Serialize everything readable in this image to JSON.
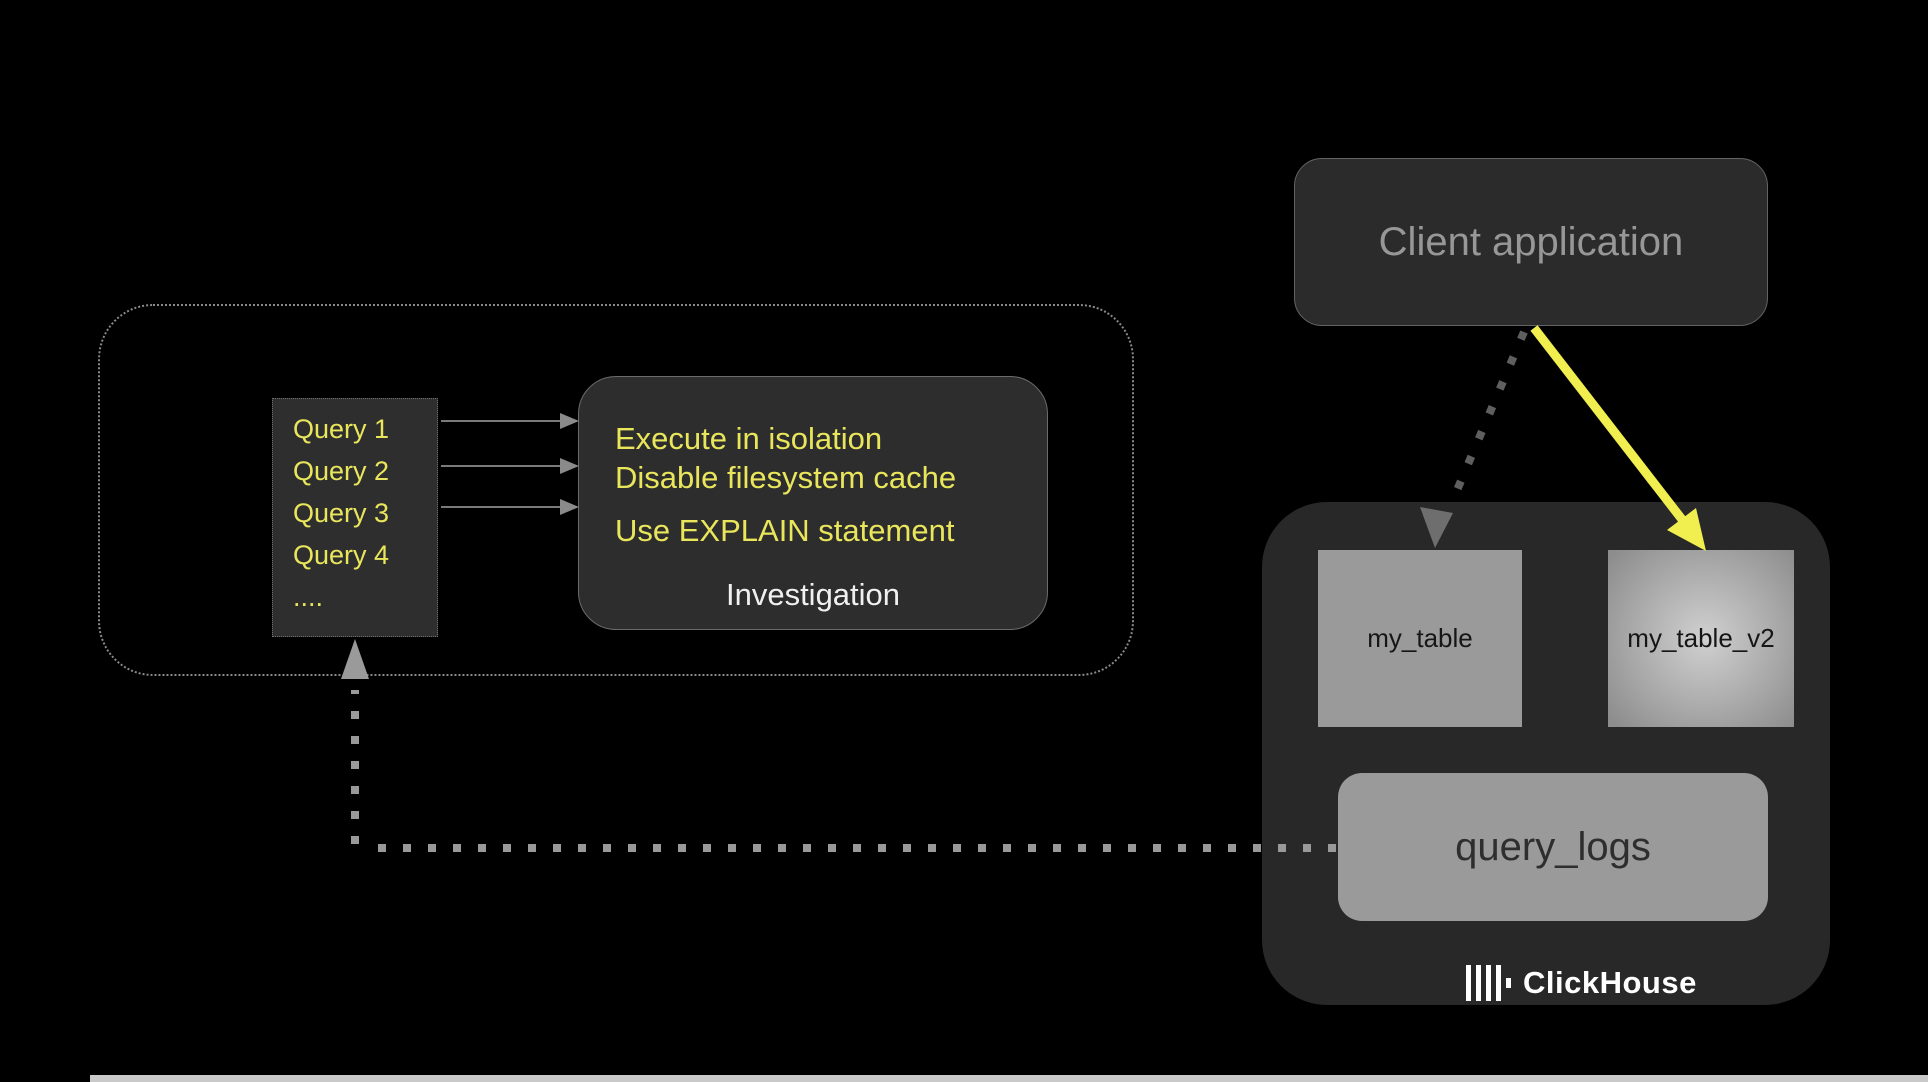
{
  "colors": {
    "background": "#000000",
    "accent_yellow": "#f1ee4f",
    "text_yellow": "#e9e65c",
    "panel_dark": "#2b2b2b",
    "table_gray": "#9a9a9a",
    "connector_gray": "#8a8a8a"
  },
  "pipeline": {
    "query_list": {
      "items": [
        "Query 1",
        "Query 2",
        "Query 3",
        "Query 4",
        "...."
      ]
    },
    "investigation": {
      "tips": [
        "Execute in isolation",
        "Disable filesystem cache",
        "Use EXPLAIN statement"
      ],
      "label": "Investigation"
    }
  },
  "client": {
    "label": "Client application"
  },
  "clickhouse": {
    "table_left": "my_table",
    "table_right": "my_table_v2",
    "query_logs": "query_logs",
    "brand": "ClickHouse"
  }
}
